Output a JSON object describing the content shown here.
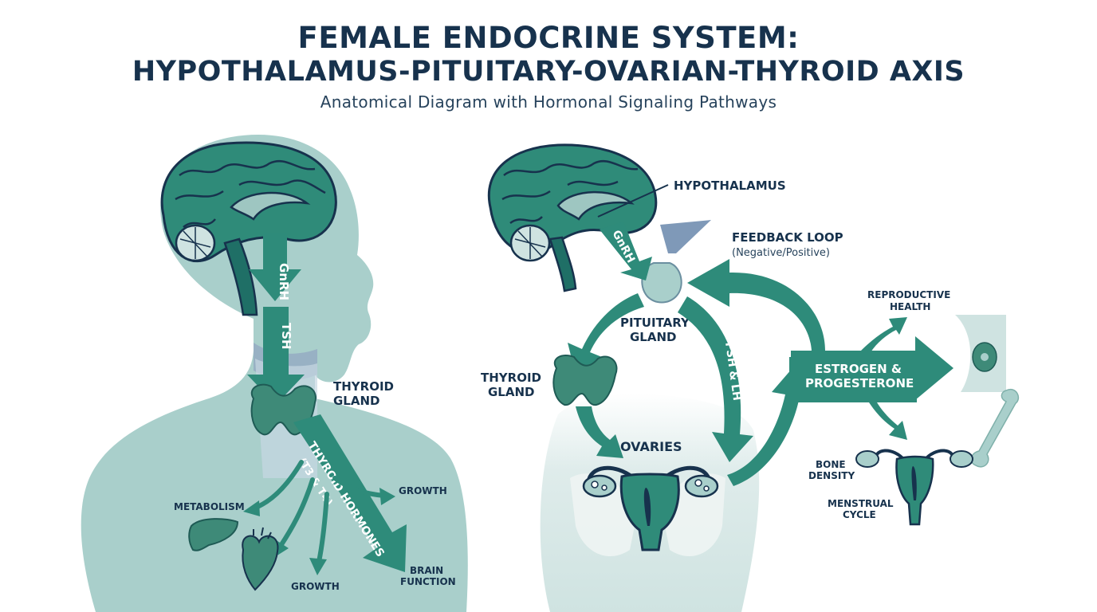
{
  "header": {
    "title_line1": "FEMALE ENDOCRINE SYSTEM:",
    "title_line2": "HYPOTHALAMUS-PITUITARY-OVARIAN-THYROID AXIS",
    "subtitle": "Anatomical Diagram with Hormonal Signaling Pathways"
  },
  "left_panel": {
    "gnrh": "GnRH",
    "tsh": "TSH",
    "thyroid_gland": [
      "THYROID",
      "GLAND"
    ],
    "thyroid_hormones": [
      "THYROID HORMONES",
      "(T3 & T4)"
    ],
    "metabolism": "METABOLISM",
    "growth_right": "GROWTH",
    "growth_bottom": "GROWTH",
    "brain_function": [
      "BRAIN",
      "FUNCTION"
    ]
  },
  "right_panel": {
    "hypothalamus": "HYPOTHALAMUS",
    "gnrh": "GnRH",
    "feedback_loop": "FEEDBACK LOOP",
    "feedback_sub": "(Negative/Positive)",
    "pituitary": [
      "PITUITARY",
      "GLAND"
    ],
    "tsh": "TSH",
    "thyroid_gland": [
      "THYROID",
      "GLAND"
    ],
    "fsh_lh": "FSH & LH",
    "ovaries": "OVARIES",
    "estrogen": [
      "ESTROGEN &",
      "PROGESTERONE"
    ],
    "reproductive": [
      "REPRODUCTIVE",
      "HEALTH"
    ],
    "bone": [
      "BONE",
      "DENSITY"
    ],
    "menstrual": [
      "MENSTRUAL",
      "CYCLE"
    ]
  },
  "colors": {
    "navy": "#17324d",
    "teal": "#2e8b7a",
    "body": "#a9cfcb",
    "brain": "#2f8b79",
    "gland": "#3e8a78"
  }
}
